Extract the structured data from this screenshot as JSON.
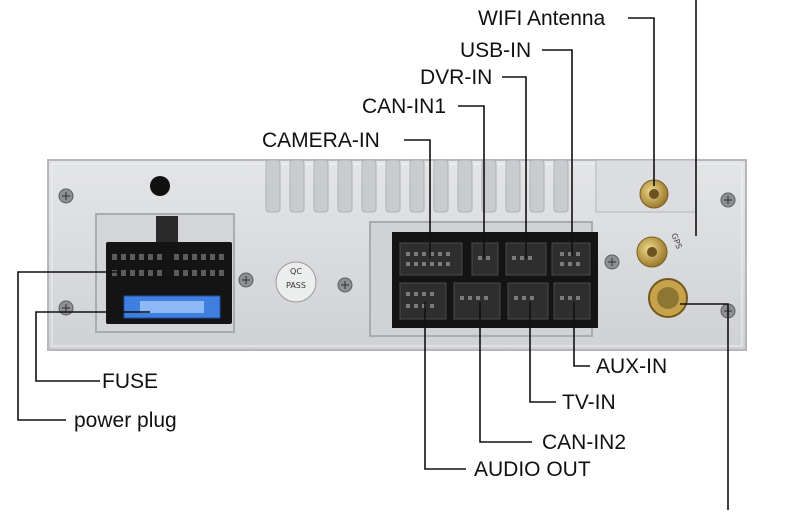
{
  "labels": {
    "wifi_antenna": "WIFI Antenna",
    "usb_in": "USB-IN",
    "dvr_in": "DVR-IN",
    "can_in1": "CAN-IN1",
    "camera_in": "CAMERA-IN",
    "fuse": "FUSE",
    "power_plug": "power plug",
    "aux_in": "AUX-IN",
    "tv_in": "TV-IN",
    "can_in2": "CAN-IN2",
    "audio_out": "AUDIO OUT"
  },
  "device": {
    "qc_stamp_line1": "QC",
    "qc_stamp_line2": "PASS",
    "gps_port_label": "GPS"
  },
  "colors": {
    "panel": "#d9dadc",
    "panel_edge": "#b9bbbe",
    "connector_black": "#151515",
    "fuse_blue": "#3f7fe0",
    "brass": "#c6a14a",
    "leader_line": "#111111"
  }
}
